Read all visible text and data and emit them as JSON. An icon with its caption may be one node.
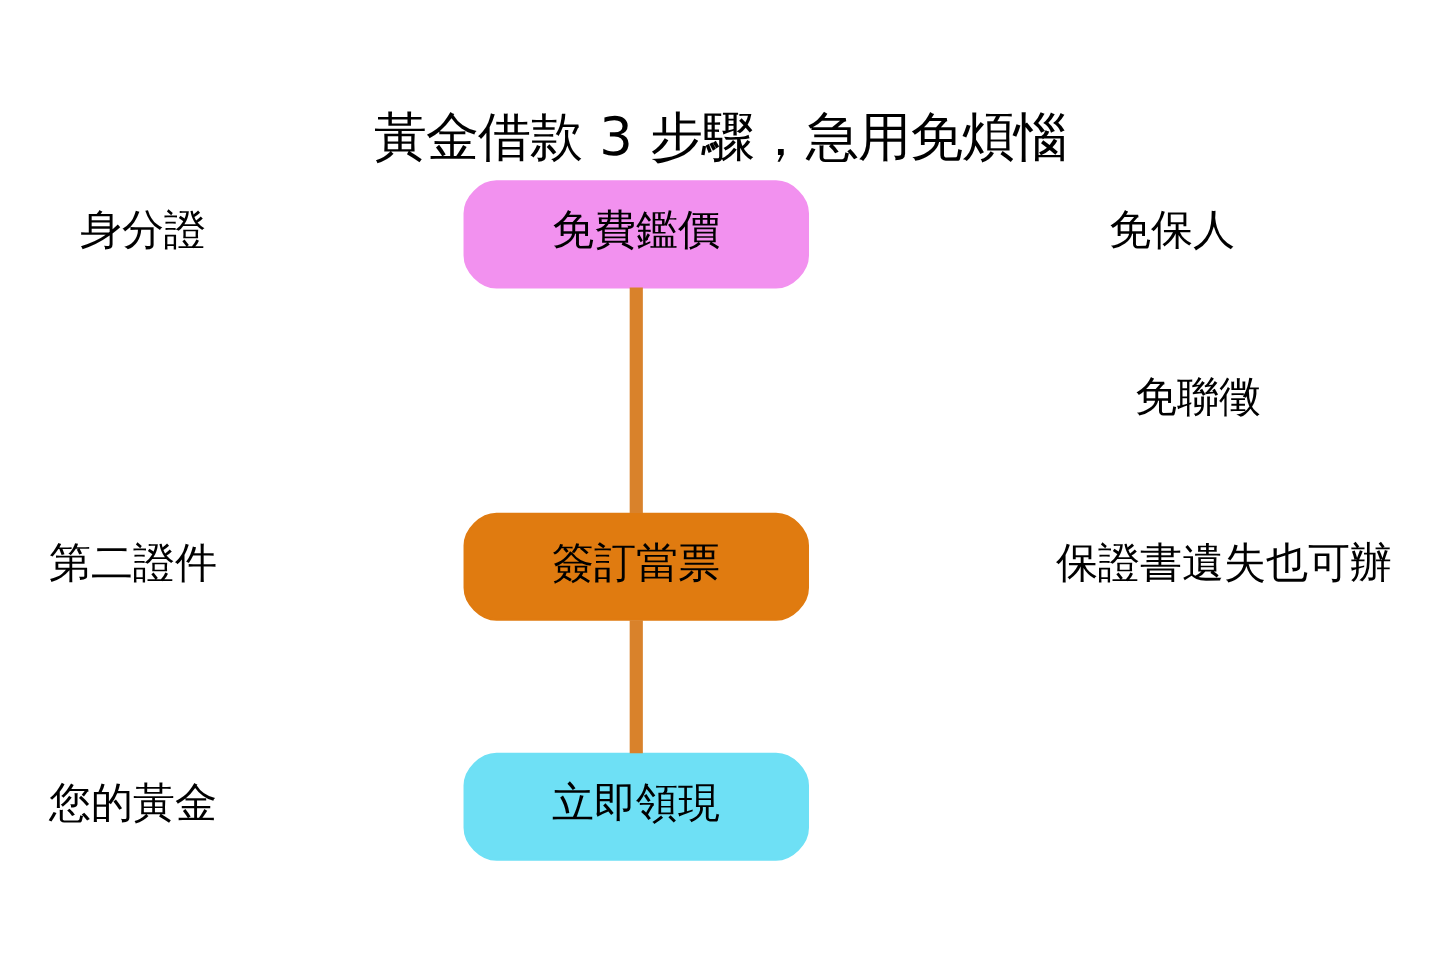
{
  "diagram": {
    "title": "黃金借款 3 步驟，急用免煩惱",
    "nodes": [
      {
        "text": [
          "免費鑑價"
        ]
      },
      {
        "text": [
          "簽訂當票"
        ]
      },
      {
        "text": [
          "立即領現"
        ]
      }
    ],
    "edges": [
      {
        "from": 0,
        "to": 1,
        "arrow": "none"
      },
      {
        "from": 1,
        "to": 2,
        "arrow": "none"
      }
    ],
    "labels": [
      "身分證",
      "免保人",
      "免聯徵",
      "第二證件",
      "保證書遺失也可辦",
      "您的黃金"
    ]
  }
}
